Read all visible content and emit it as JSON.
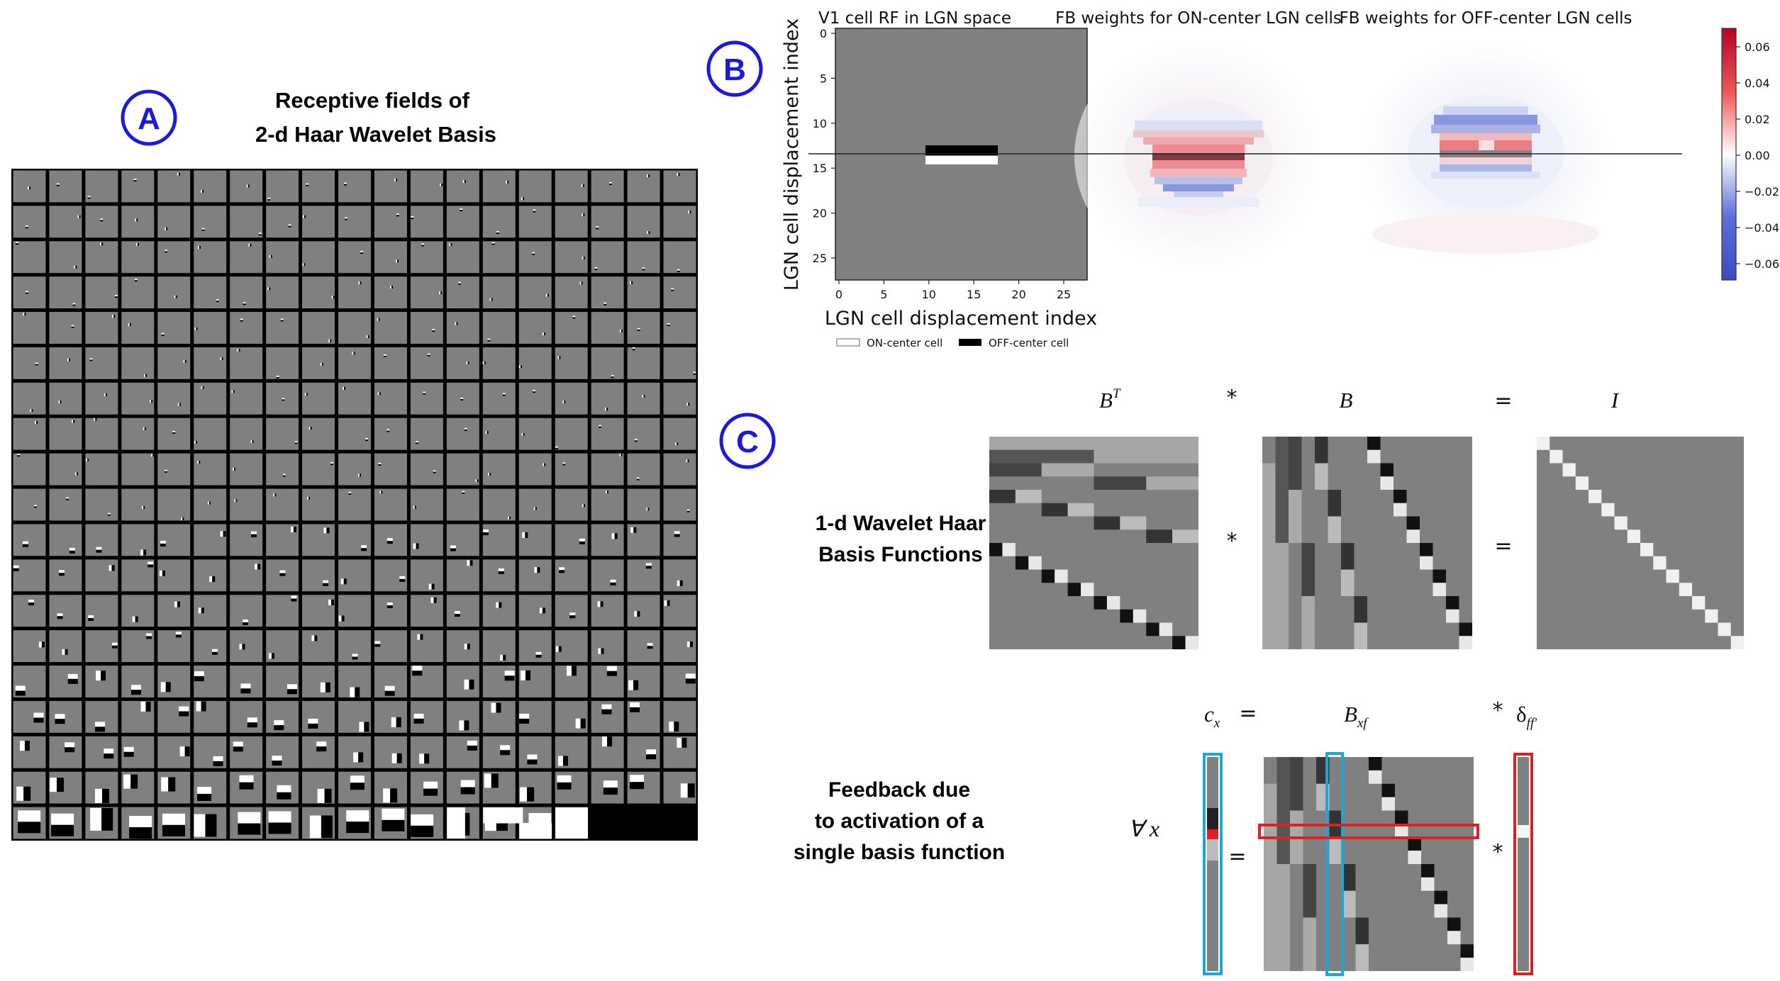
{
  "panel_a": {
    "badge": "A",
    "title_line1": "Receptive fields of",
    "title_line2": "2-d Haar Wavelet Basis"
  },
  "panel_b": {
    "badge": "B",
    "plot1_title": "V1 cell RF in LGN space",
    "plot2_title": "FB weights for ON-center LGN cells",
    "plot3_title": "FB weights for OFF-center LGN cells",
    "ylabel": "LGN cell displacement index",
    "xlabel": "LGN cell displacement index",
    "y_ticks": [
      "0",
      "5",
      "10",
      "15",
      "20",
      "25"
    ],
    "x_ticks": [
      "0",
      "5",
      "10",
      "15",
      "20",
      "25"
    ],
    "colorbar_ticks": [
      "0.06",
      "0.04",
      "0.02",
      "0.00",
      "−0.02",
      "−0.04",
      "−0.06"
    ],
    "legend_on": "ON-center cell",
    "legend_off": "OFF-center cell",
    "colors": {
      "positive": "#b40426",
      "neutral": "#ffffff",
      "negative": "#3b4cc0",
      "gray": "#808080"
    }
  },
  "panel_c": {
    "badge": "C",
    "eq1_bt_base": "B",
    "eq1_bt_sup": "T",
    "eq1_op1": "*",
    "eq1_b": "B",
    "eq1_eq": "=",
    "eq1_i": "I",
    "row1_label_line1": "1-d Wavelet Haar",
    "row1_label_line2": "Basis Functions",
    "row1_star": "*",
    "row1_eq": "=",
    "eq2_cx_base": "c",
    "eq2_cx_sub": "x",
    "eq2_eq": "=",
    "eq2_bxf_base": "B",
    "eq2_bxf_sub": "xf",
    "eq2_star": "*",
    "eq2_delta_base": "δ",
    "eq2_delta_sub": "ff′",
    "row2_label_line1": "Feedback due",
    "row2_label_line2": "to activation of a",
    "row2_label_line3": "single basis function",
    "forall": "∀ x",
    "row2_eq": "=",
    "row2_star": "*",
    "colors": {
      "cyan": "#1aa7dc",
      "red": "#e02020",
      "badge": "#1a1adc"
    }
  }
}
